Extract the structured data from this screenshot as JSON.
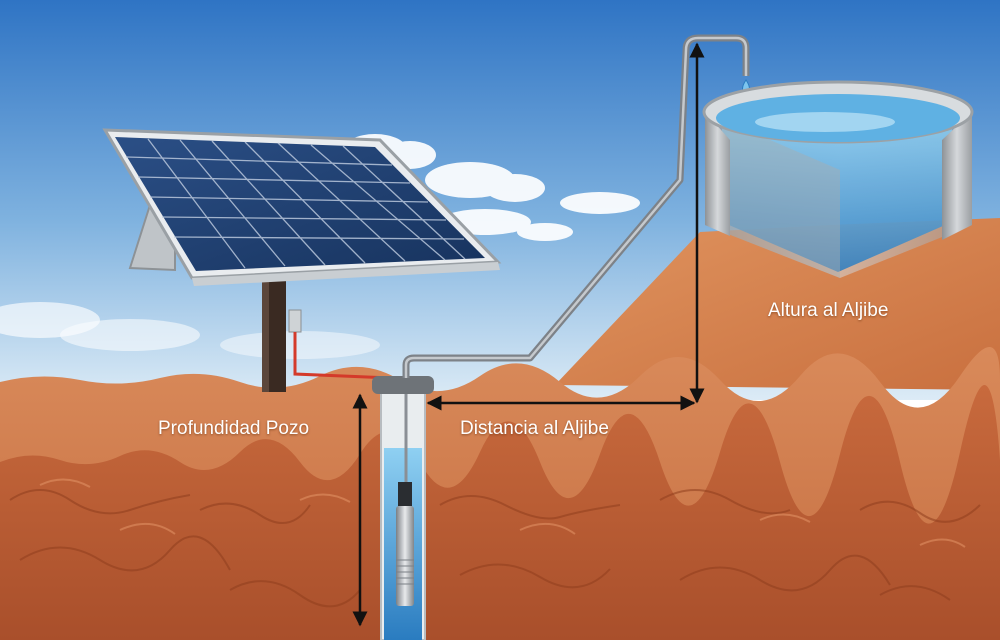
{
  "labels": {
    "well_depth": "Profundidad Pozo",
    "distance_to_tank": "Distancia al Aljibe",
    "height_to_tank": "Altura al Aljibe"
  },
  "colors": {
    "sky_top": "#2f74c4",
    "sky_bottom": "#d7e8f5",
    "soil": "#cf7a4b",
    "rock": "#b85a33",
    "water": "#3d94d4",
    "pipe": "#8a8f95",
    "cable": "#d43a2a",
    "arrow": "#111111"
  }
}
